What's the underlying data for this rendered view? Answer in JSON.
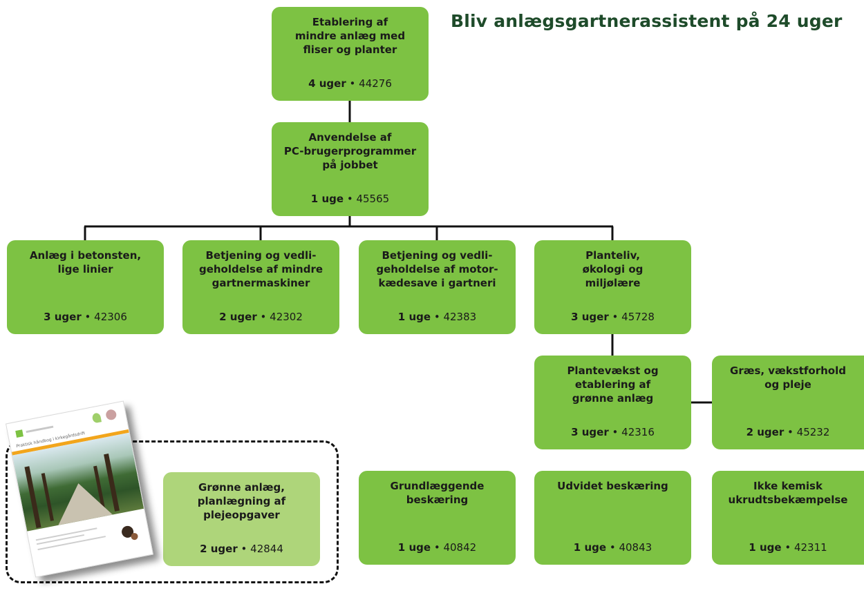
{
  "title": "Bliv anlægsgartnerassistent på 24 uger",
  "courses": {
    "etablering": {
      "name": "Etablering af\nmindre anlæg med\nfliser og planter",
      "weeks": "4 uger",
      "code": "44276"
    },
    "pc": {
      "name": "Anvendelse af\nPC-brugerprogrammer\npå jobbet",
      "weeks": "1 uge",
      "code": "45565"
    },
    "betonsten": {
      "name": "Anlæg i betonsten,\nlige linier",
      "weeks": "3 uger",
      "code": "42306"
    },
    "gartnermaskiner": {
      "name": "Betjening og vedli-\ngeholdelse af mindre\ngartnermaskiner",
      "weeks": "2 uger",
      "code": "42302"
    },
    "motorsave": {
      "name": "Betjening og vedli-\ngeholdelse af motor-\nkædesave i gartneri",
      "weeks": "1 uge",
      "code": "42383"
    },
    "planteliv": {
      "name": "Planteliv,\nøkologi og\nmiljølære",
      "weeks": "3 uger",
      "code": "45728"
    },
    "plantevaekst": {
      "name": "Plantevækst og\netablering af\ngrønne anlæg",
      "weeks": "3 uger",
      "code": "42316"
    },
    "graes": {
      "name": "Græs, vækstforhold\nog pleje",
      "weeks": "2 uger",
      "code": "45232"
    },
    "groenne": {
      "name": "Grønne anlæg,\nplanlægning af\nplejeopgaver",
      "weeks": "2 uger",
      "code": "42844"
    },
    "grundlaeggende": {
      "name": "Grundlæggende\nbeskæring",
      "weeks": "1 uge",
      "code": "40842"
    },
    "udvidet": {
      "name": "Udvidet beskæring",
      "weeks": "1 uge",
      "code": "40843"
    },
    "ukrudt": {
      "name": "Ikke kemisk\nukrudtsbekæmpelse",
      "weeks": "1 uge",
      "code": "42311"
    }
  },
  "separator": "•",
  "book": {
    "title": "Praktisk håndbog i kirkegårdsdrift"
  },
  "colors": {
    "box": "#7dc243",
    "box_light": "#aed57a",
    "title": "#1e4b2a",
    "connector": "#111111"
  }
}
